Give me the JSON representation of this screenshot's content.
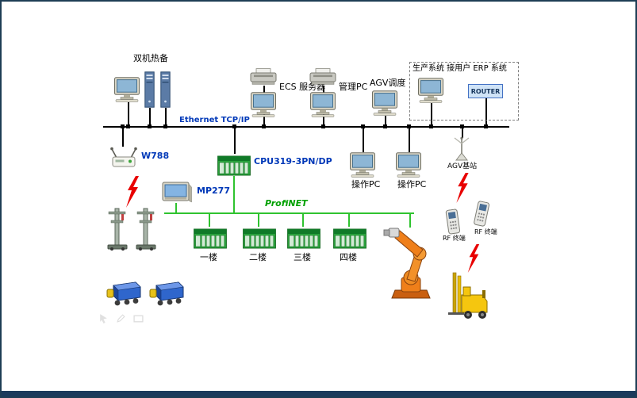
{
  "frame": {
    "background": "#ffffff",
    "border_color": "#1e3d55",
    "bottom_bar_color": "#1b3a5c"
  },
  "buses": {
    "ethernet": {
      "label": "Ethernet TCP/IP",
      "color": "#000000"
    },
    "profinet": {
      "label": "ProfiNET",
      "color": "#2fc32f"
    }
  },
  "colors": {
    "device_label_blue": "#0038b8",
    "lightning_red": "#e80000",
    "plc_green": "#2aa53e",
    "robot_orange": "#ef7f1a",
    "forklift_yellow": "#f5c60f",
    "machine_blue": "#2f66cc"
  },
  "nodes": {
    "dual_standby": "双机热备",
    "ecs_server": "ECS 服务器",
    "mgmt_pc": "管理PC",
    "agv_dispatch": "AGV调度",
    "erp_title": "生产系统  接用户 ERP 系统",
    "router": "ROUTER",
    "w788": "W788",
    "cpu": "CPU319-3PN/DP",
    "mp277": "MP277",
    "operator_pc_1": "操作PC",
    "operator_pc_2": "操作PC",
    "agv_base": "AGV基站",
    "floors": [
      "一楼",
      "二楼",
      "三楼",
      "四楼"
    ],
    "rf_terminal_1": "RF 终端",
    "rf_terminal_2": "RF 终端"
  }
}
